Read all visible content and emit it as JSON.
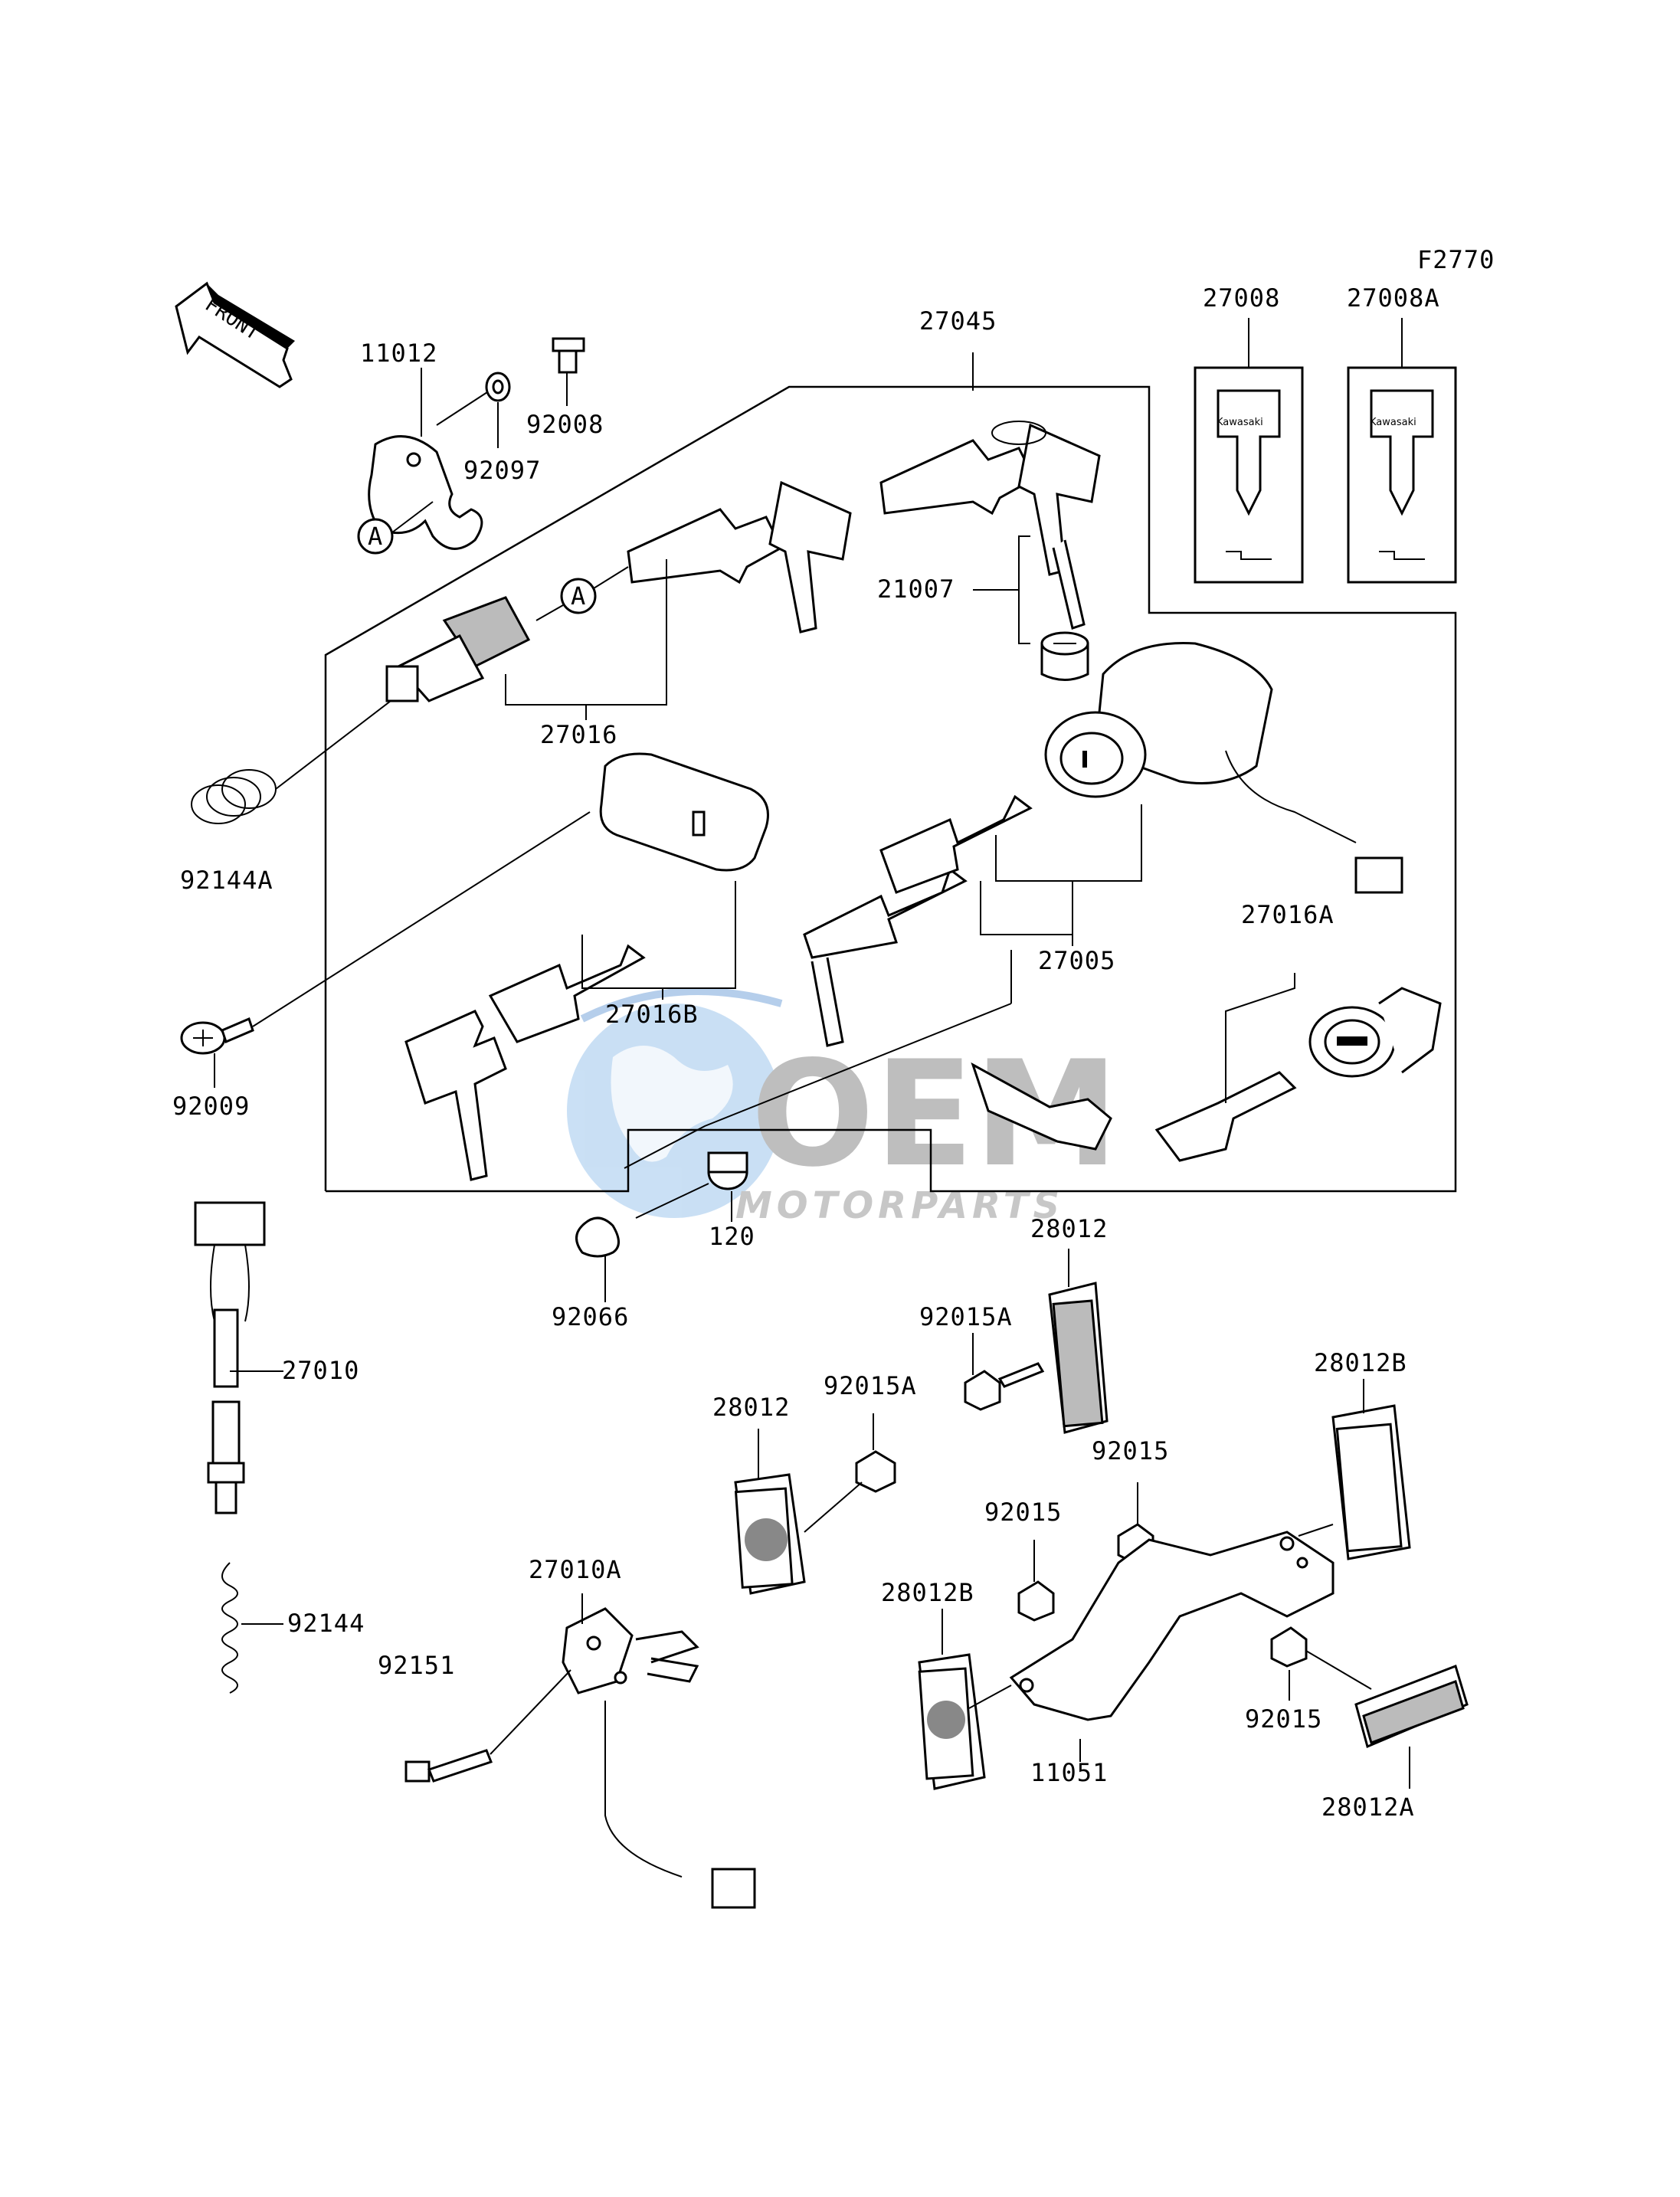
{
  "figure_code": "F2770",
  "front_label": "FRONT",
  "circle_ref": "A",
  "key_brand": "Kawasaki",
  "watermark": {
    "brand": "OEM",
    "sub": "MOTORPARTS"
  },
  "parts": [
    "11012",
    "92008",
    "92097",
    "27045",
    "27008",
    "27008A",
    "21007",
    "27016",
    "92144A",
    "27016B",
    "27005",
    "27016A",
    "92009",
    "120",
    "92066",
    "28012",
    "92015A",
    "92015A",
    "28012B",
    "28012",
    "92015",
    "92015",
    "27010",
    "27010A",
    "28012B",
    "92144",
    "92151",
    "11051",
    "92015",
    "28012A"
  ]
}
